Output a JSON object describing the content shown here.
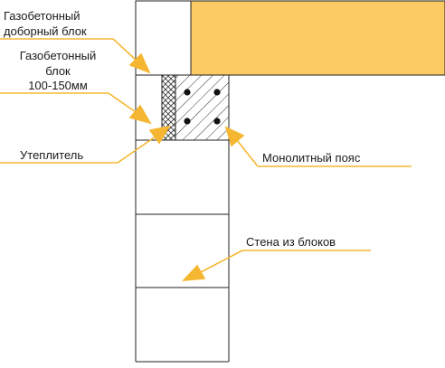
{
  "labels": {
    "dobor_line1": "Газобетонный",
    "dobor_line2": "доборный блок",
    "block_line1": "Газобетонный",
    "block_line2": "блок",
    "block_line3": "100-150мм",
    "insulation": "Утеплитель",
    "belt": "Монолитный пояс",
    "wall": "Стена из блоков"
  },
  "colors": {
    "slab": "#FCCB63",
    "leader": "#F5B731",
    "outline": "#222222",
    "background": "#FFFFFF"
  }
}
